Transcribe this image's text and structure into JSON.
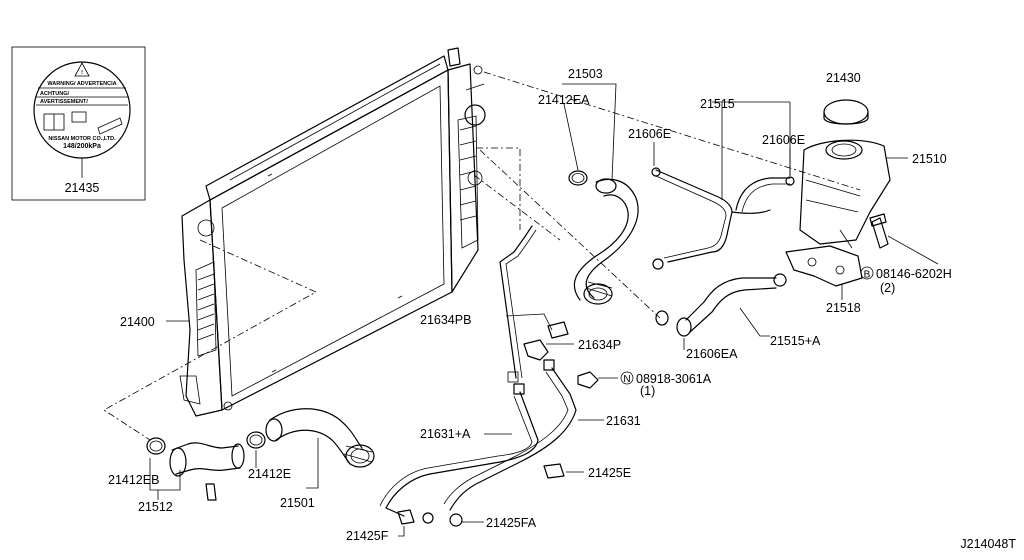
{
  "diagram_id": "J214048T",
  "cap_label": {
    "warning": "WARNING/ ADVERTENCIA",
    "achtung": "ACHTUNG/",
    "avertissement": "AVERTISSEMENT/",
    "maker": "NISSAN MOTOR CO.,LTD.",
    "pressure": "148/200kPa"
  },
  "parts": {
    "p21435": "21435",
    "p21400": "21400",
    "p21503": "21503",
    "p21412EA": "21412EA",
    "p21515": "21515",
    "p21606E_a": "21606E",
    "p21606E_b": "21606E",
    "p21430": "21430",
    "p21510": "21510",
    "p08146": "08146-6202H",
    "p08146_qty": "(2)",
    "p21518": "21518",
    "p21634PB": "21634PB",
    "p21634P": "21634P",
    "p21606EA": "21606EA",
    "p21515A": "21515+A",
    "p08918": "08918-3061A",
    "p08918_qty": "(1)",
    "p21631A": "21631+A",
    "p21631": "21631",
    "p21425E": "21425E",
    "p21412EB": "21412EB",
    "p21412E": "21412E",
    "p21501": "21501",
    "p21512": "21512",
    "p21425F": "21425F",
    "p21425FA": "21425FA"
  },
  "markers": {
    "bolt": "B",
    "nut": "N"
  },
  "icons": [
    "warning-triangle-icon",
    "manual-book-icon",
    "circle-b-icon",
    "circle-n-icon"
  ]
}
